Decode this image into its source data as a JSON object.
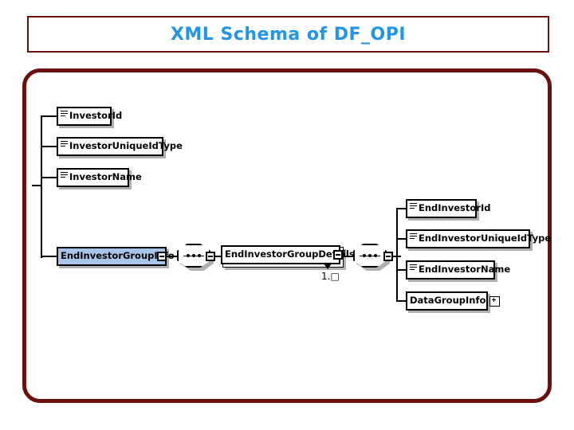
{
  "title": {
    "text": "XML Schema of DF_OPI"
  },
  "colors": {
    "frame_border": "#6b0f0f",
    "title_text": "#2196e8",
    "node_border": "#000000",
    "node_fill": "#ffffff",
    "selected_fill": "#a8c4e8",
    "shadow": "#b0b0b0"
  },
  "diagram": {
    "type": "xml-schema-tree",
    "root_children": [
      {
        "label": "InvestorId",
        "icon": "element-lines-icon",
        "state": "leaf"
      },
      {
        "label": "InvestorUniqueIdType",
        "icon": "element-lines-icon",
        "state": "leaf"
      },
      {
        "label": "InvestorName",
        "icon": "element-lines-icon",
        "state": "leaf"
      },
      {
        "label": "EndInvestorGroupInfo",
        "icon": "none",
        "state": "expanded",
        "selected": true
      }
    ],
    "sequence_1": {
      "icon": "sequence-compositor-icon",
      "label": "sequence"
    },
    "group_details": {
      "label": "EndInvestorGroupDetails",
      "state": "expanded",
      "repeating": true,
      "cardinality": "1..∞",
      "cardinality_raw": "1.□"
    },
    "sequence_2": {
      "icon": "sequence-compositor-icon",
      "label": "sequence"
    },
    "detail_children": [
      {
        "label": "EndInvestorId",
        "icon": "element-lines-icon",
        "state": "leaf"
      },
      {
        "label": "EndInvestorUniqueIdType",
        "icon": "element-lines-icon",
        "state": "leaf"
      },
      {
        "label": "EndInvestorName",
        "icon": "element-lines-icon",
        "state": "leaf"
      },
      {
        "label": "DataGroupInfo",
        "icon": "none",
        "state": "collapsed"
      }
    ]
  }
}
